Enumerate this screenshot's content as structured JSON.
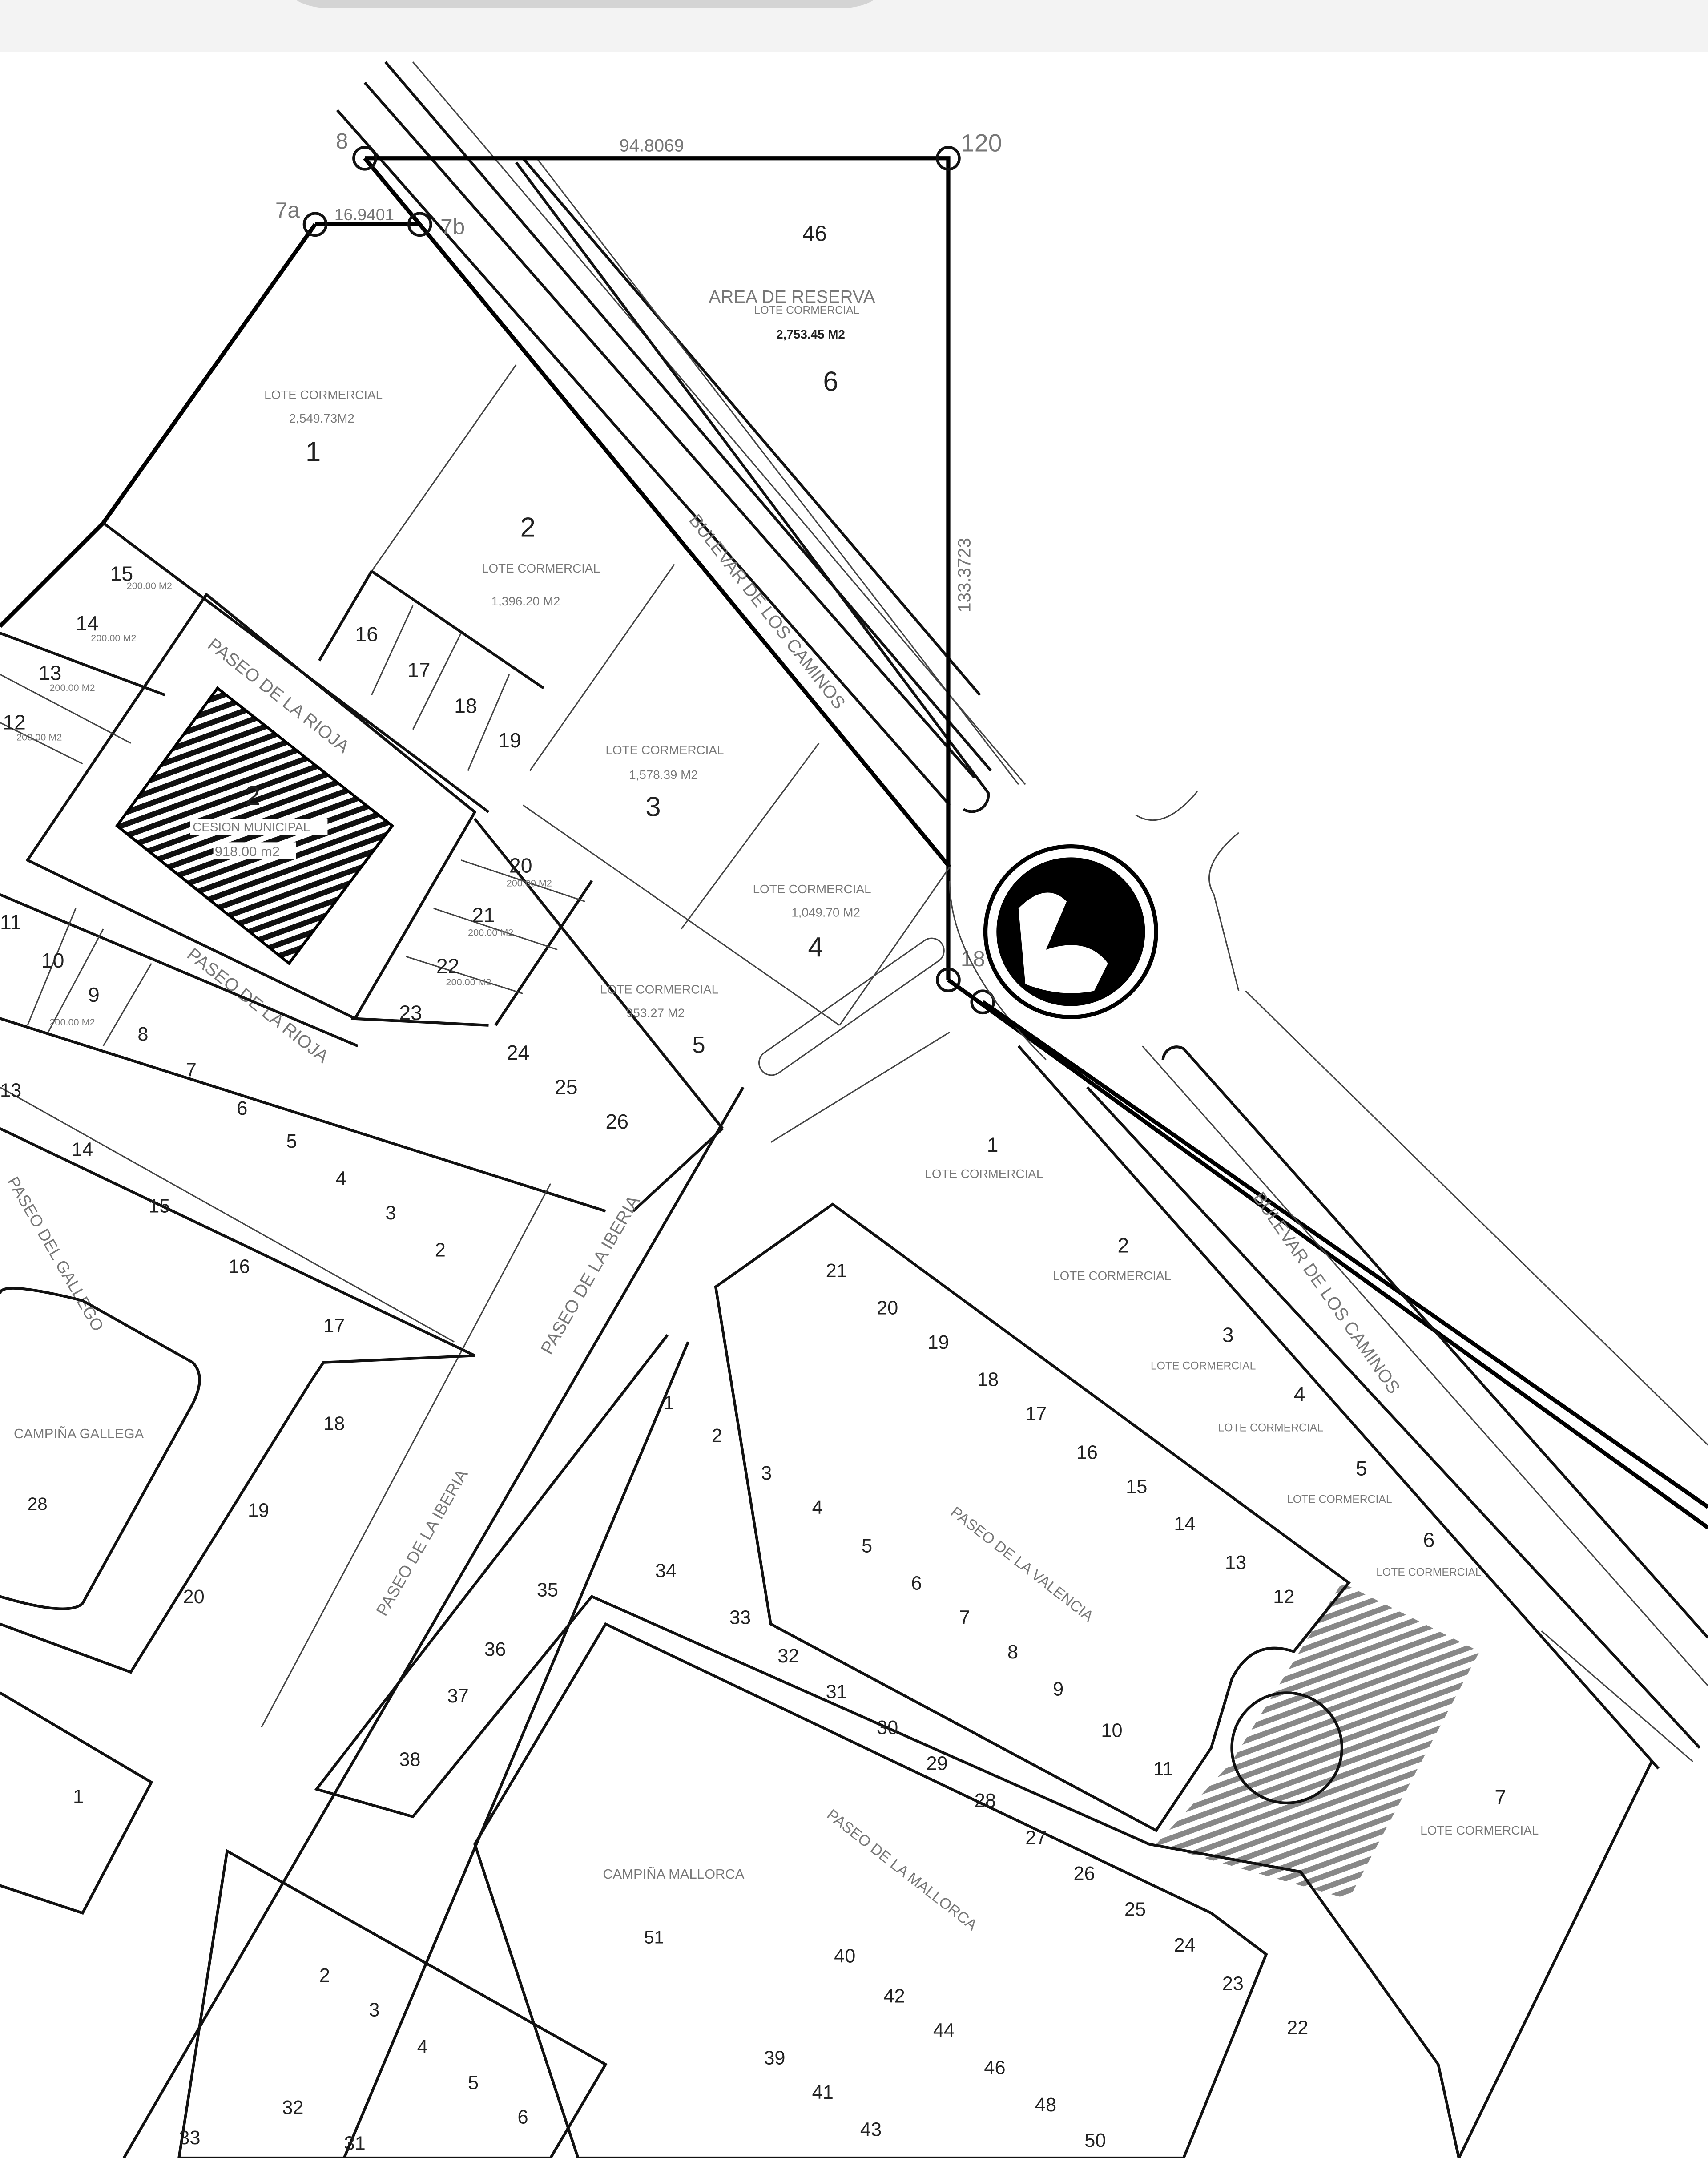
{
  "viewer": {
    "background": "#ffffff",
    "topbar_color": "#f3f3f3"
  },
  "survey": {
    "points": {
      "p8": "8",
      "p120": "120",
      "p7a": "7a",
      "p7b": "7b",
      "p18": "18"
    },
    "distances": {
      "top": "94.8069",
      "short": "16.9401",
      "east": "133.3723"
    }
  },
  "reserve": {
    "title": "AREA DE RESERVA",
    "number": "46",
    "lot_label": "LOTE CORMERCIAL",
    "area": "2,753.45 M2",
    "lot": "6"
  },
  "commercial_north": [
    {
      "lot": "1",
      "label": "LOTE CORMERCIAL",
      "area": "2,549.73M2"
    },
    {
      "lot": "2",
      "label": "LOTE CORMERCIAL",
      "area": "1,396.20 M2"
    },
    {
      "lot": "3",
      "label": "LOTE CORMERCIAL",
      "area": "1,578.39 M2"
    },
    {
      "lot": "4",
      "label": "LOTE CORMERCIAL",
      "area": "1,049.70 M2"
    },
    {
      "lot": "5",
      "label": "LOTE CORMERCIAL",
      "area": "953.27 M2"
    }
  ],
  "small_lot_area": "200.00 M2",
  "small_lots": [
    "9",
    "10",
    "11",
    "12",
    "13",
    "14",
    "15",
    "16",
    "17",
    "18",
    "19",
    "20",
    "21",
    "22",
    "23",
    "24",
    "25",
    "26"
  ],
  "park": {
    "number": "2",
    "label": "CESION MUNICIPAL",
    "area": "918.00 m2"
  },
  "streets": {
    "rioja": "PASEO DE LA RIOJA",
    "caminos": "BULEVAR DE LOS CAMINOS",
    "iberia": "PASEO DE LA IBERIA",
    "gallego": "PASEO DEL GALLEGO",
    "valencia": "PASEO DE LA VALENCIA",
    "mallorca": "PASEO DE LA MALLORCA"
  },
  "blocks": {
    "gallega": "CAMPIÑA GALLEGA",
    "gallega_no": "28",
    "mallorca": "CAMPIÑA MALLORCA",
    "mallorca_no": "51"
  },
  "commercial_south": [
    {
      "lot": "1",
      "label": "LOTE CORMERCIAL"
    },
    {
      "lot": "2",
      "label": "LOTE CORMERCIAL"
    },
    {
      "lot": "3",
      "label": "LOTE CORMERCIAL"
    },
    {
      "lot": "4",
      "label": "LOTE CORMERCIAL"
    },
    {
      "lot": "5",
      "label": "LOTE CORMERCIAL"
    },
    {
      "lot": "6",
      "label": "LOTE CORMERCIAL"
    },
    {
      "lot": "7",
      "label": "LOTE CORMERCIAL"
    }
  ],
  "south_lots": [
    "21",
    "20",
    "19",
    "18",
    "17",
    "16",
    "15",
    "14",
    "13",
    "12",
    "11",
    "10",
    "9",
    "8",
    "7",
    "6",
    "5",
    "4",
    "3",
    "2",
    "1",
    "34",
    "33",
    "32",
    "31",
    "30",
    "29",
    "28",
    "27",
    "26",
    "25",
    "24",
    "23",
    "22",
    "35",
    "36",
    "37",
    "38",
    "40",
    "42",
    "44",
    "46",
    "48",
    "50",
    "39",
    "41",
    "43"
  ],
  "west_lots": [
    "13",
    "14",
    "15",
    "16",
    "17",
    "18",
    "19",
    "20",
    "8",
    "7",
    "6",
    "5",
    "4",
    "3",
    "2",
    "1",
    "2",
    "3",
    "4",
    "5",
    "6",
    "32",
    "31",
    "33"
  ]
}
